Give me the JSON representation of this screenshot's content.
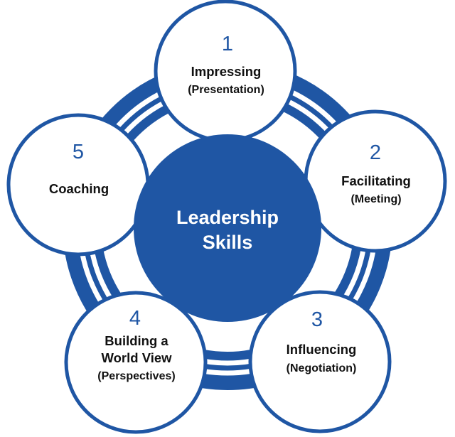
{
  "colors": {
    "primary": "#1f56a4",
    "ring_fill": "#ffffff",
    "text": "#111111",
    "center_text": "#ffffff"
  },
  "center": {
    "line1": "Leadership",
    "line2": "Skills"
  },
  "skills": [
    {
      "number": "1",
      "lines": [
        "Impressing"
      ],
      "sub": "(Presentation)"
    },
    {
      "number": "2",
      "lines": [
        "Facilitating"
      ],
      "sub": "(Meeting)"
    },
    {
      "number": "3",
      "lines": [
        "Influencing"
      ],
      "sub": "(Negotiation)"
    },
    {
      "number": "4",
      "lines": [
        "Building a",
        "World View"
      ],
      "sub": "(Perspectives)"
    },
    {
      "number": "5",
      "lines": [
        "Coaching"
      ],
      "sub": ""
    }
  ]
}
